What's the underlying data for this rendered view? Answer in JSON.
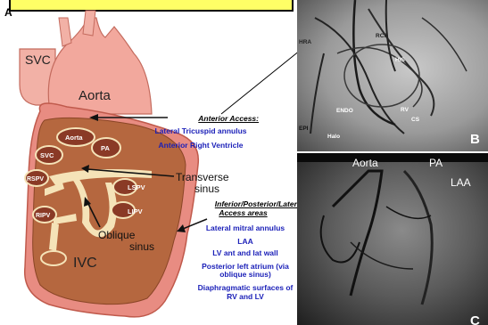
{
  "panels": {
    "a": "A",
    "b": "B",
    "c": "C"
  },
  "heart": {
    "svc": "SVC",
    "aorta": "Aorta",
    "ivc": "IVC",
    "inner_aorta": "Aorta",
    "pa": "PA",
    "inner_svc": "SVC",
    "rspv": "RSPV",
    "ripv": "RIPV",
    "lspv": "LSPV",
    "lipv": "LIPV",
    "transverse_1": "Transverse",
    "transverse_2": "sinus",
    "oblique_1": "Oblique",
    "oblique_2": "sinus"
  },
  "anterior": {
    "title": "Anterior Access:",
    "items": [
      "Lateral Tricuspid annulus",
      "Anterior Right Ventricle"
    ]
  },
  "inferior": {
    "title_1": "Inferior/Posterior/Lateral",
    "title_2": "Access areas",
    "items": [
      "Lateral mitral annulus",
      "LAA",
      "LV ant and lat wall",
      "Posterior left atrium (via",
      "oblique sinus)",
      "Diaphragmatic surfaces of",
      "RV and LV"
    ]
  },
  "fluoro_b": {
    "hra": "HRA",
    "rca": "RCA",
    "his": "HIS",
    "endo": "ENDO",
    "rv": "RV",
    "cs": "CS",
    "epi": "EPI",
    "halo": "Halo"
  },
  "fluoro_c": {
    "aorta": "Aorta",
    "pa": "PA",
    "laa": "LAA"
  },
  "colors": {
    "title_box_border": "#000000",
    "title_box_fill": "#ffff66",
    "access_text": "#1a1fb8",
    "heart_outer": "#e88c82",
    "heart_inner": "#b5673f",
    "sinus": "#f5e3b8"
  }
}
